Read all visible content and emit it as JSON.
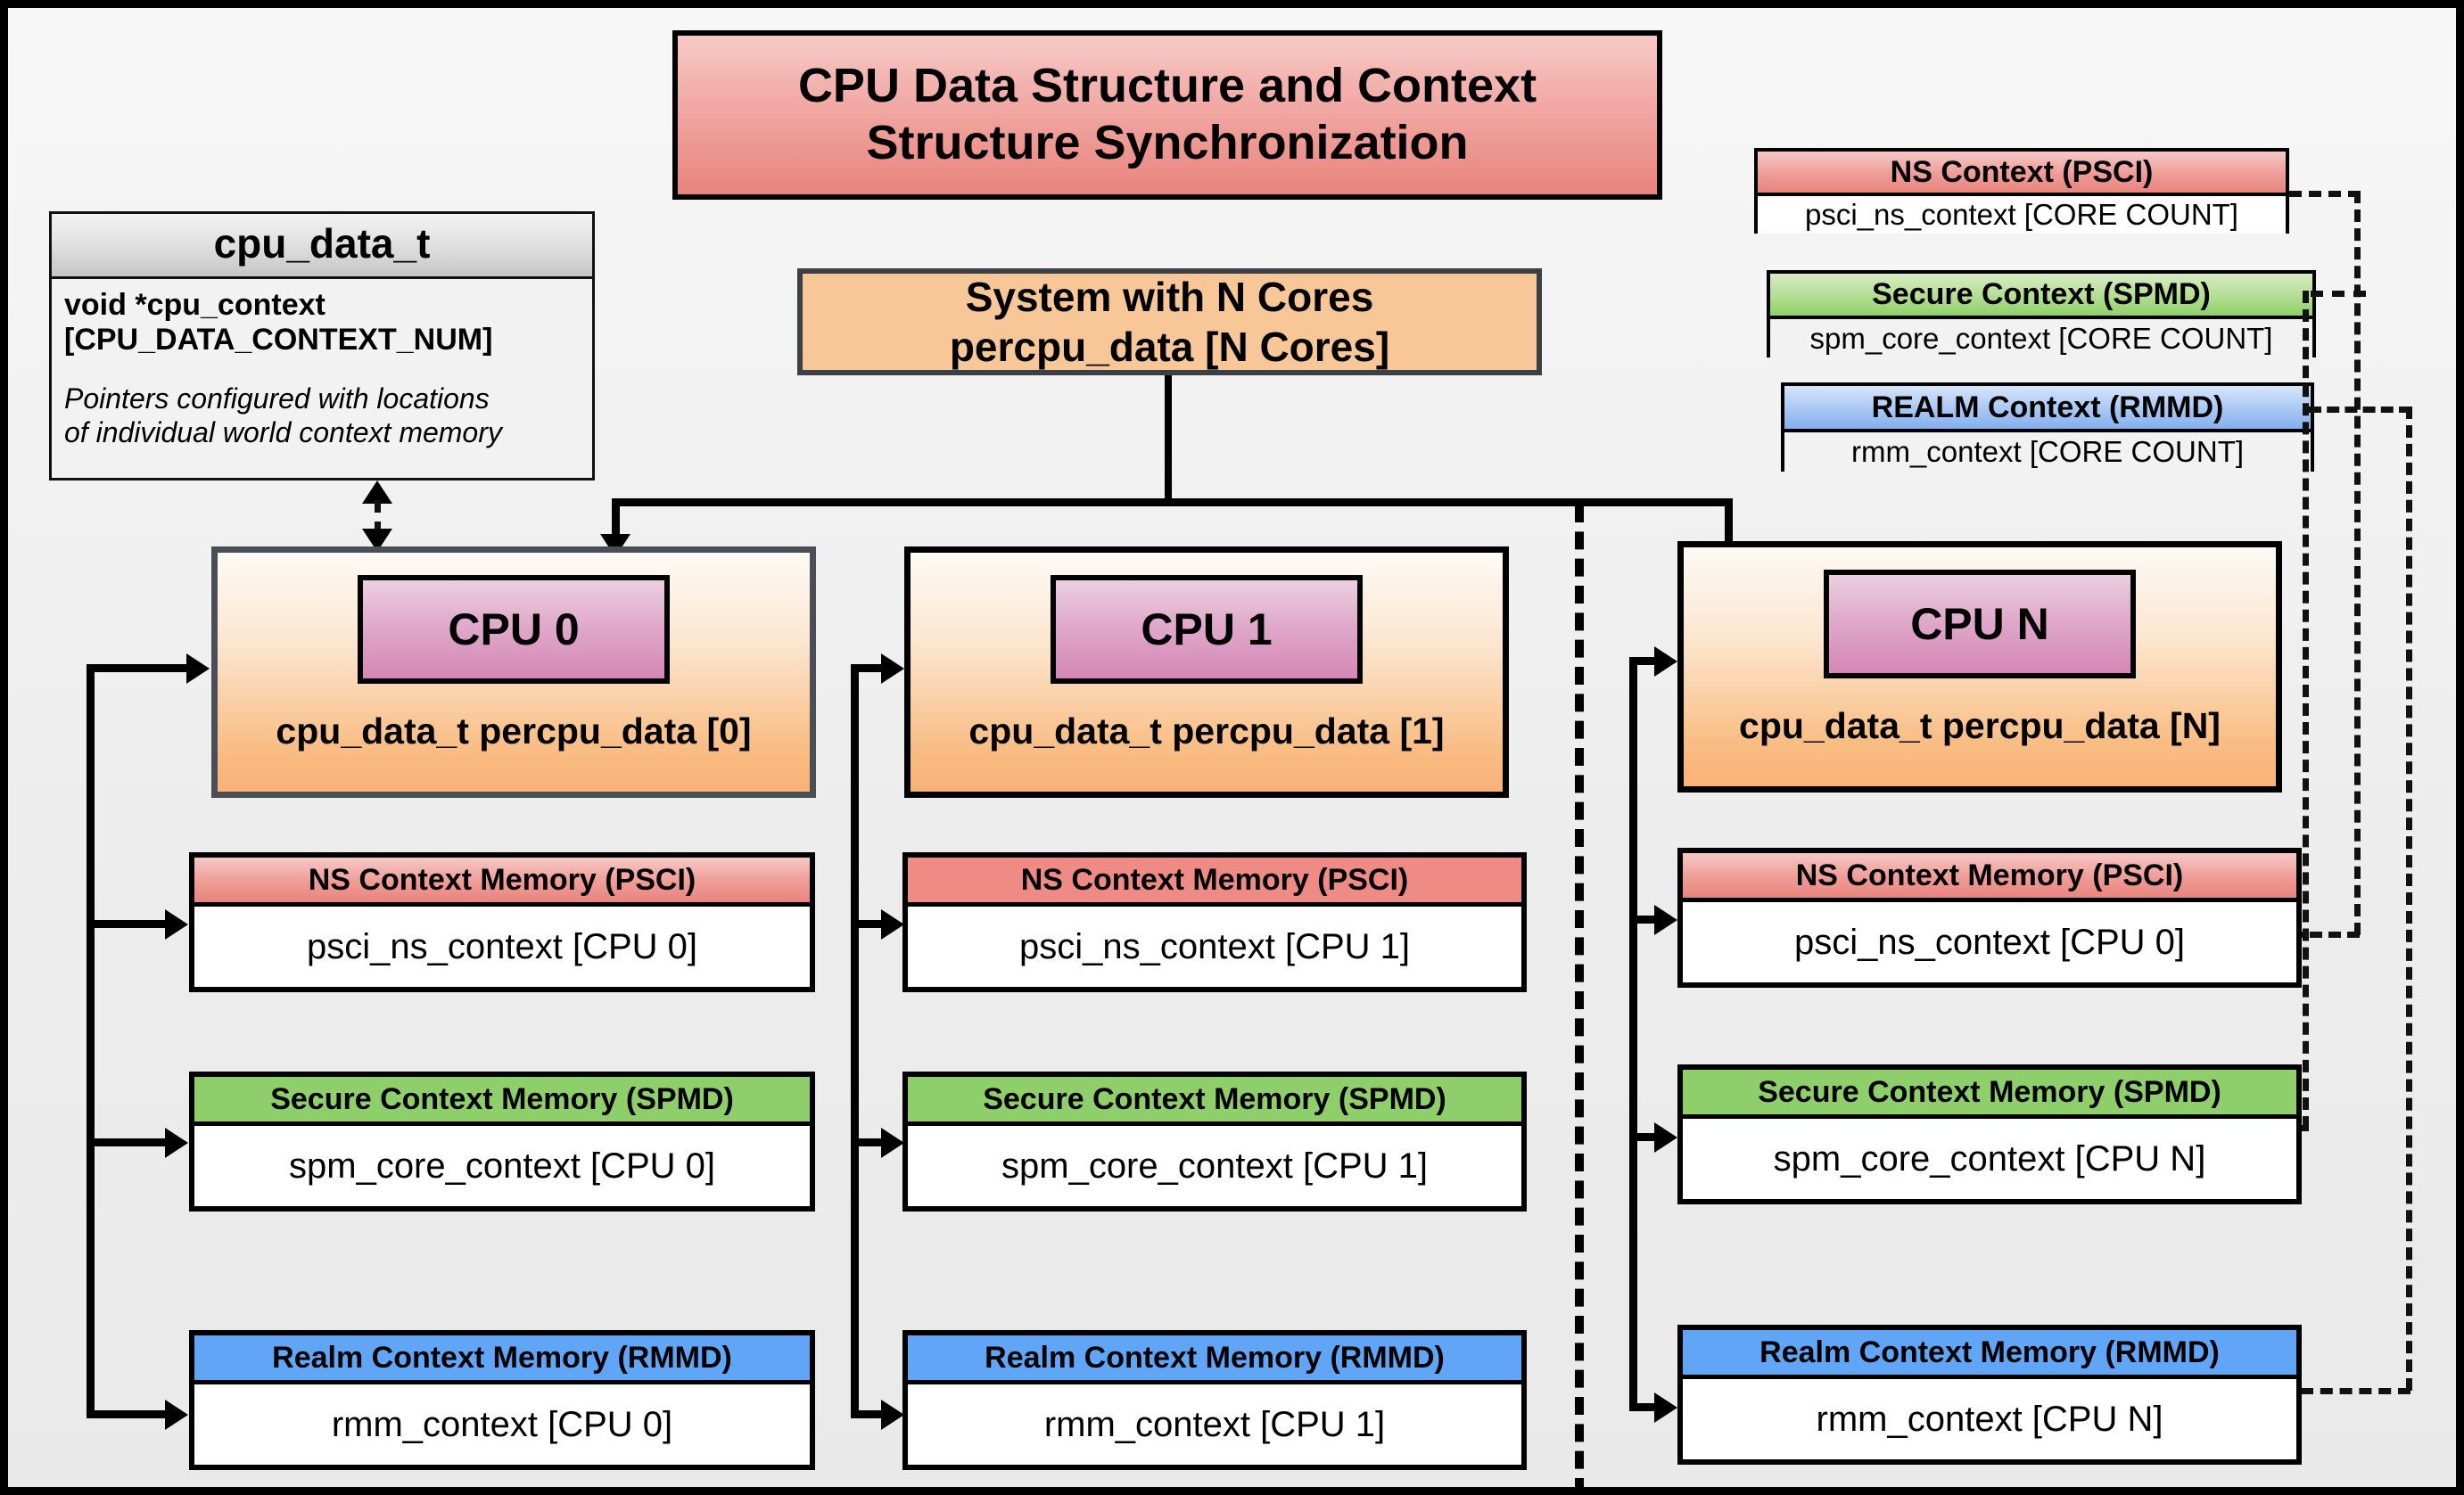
{
  "diagram": {
    "title": "CPU Data Structure and Context Structure Synchronization",
    "struct": {
      "name": "cpu_data_t",
      "field_line1": "void  *cpu_context",
      "field_line2": "[CPU_DATA_CONTEXT_NUM]",
      "note_line1": "Pointers configured with locations",
      "note_line2": "of individual world context memory"
    },
    "system": {
      "line1": "System with N Cores",
      "line2": "percpu_data [N Cores]"
    },
    "legend": [
      {
        "header": "NS Context  (PSCI)",
        "value": "psci_ns_context [CORE COUNT]",
        "color": "#ee8b85"
      },
      {
        "header": "Secure Context (SPMD)",
        "value": "spm_core_context [CORE COUNT]",
        "color": "#8ecf6b"
      },
      {
        "header": "REALM Context (RMMD)",
        "value": "rmm_context [CORE COUNT]",
        "color": "#61a5f7"
      }
    ],
    "columns": [
      {
        "cpu_label": "CPU 0",
        "cpu_sub": "cpu_data_t percpu_data [0]",
        "contexts": [
          {
            "header": "NS Context Memory (PSCI)",
            "value": "psci_ns_context [CPU 0]",
            "color": "#ee8b85"
          },
          {
            "header": "Secure Context Memory (SPMD)",
            "value": "spm_core_context [CPU 0]",
            "color": "#8ecf6b"
          },
          {
            "header": "Realm Context Memory (RMMD)",
            "value": "rmm_context [CPU 0]",
            "color": "#61a5f7"
          }
        ]
      },
      {
        "cpu_label": "CPU 1",
        "cpu_sub": "cpu_data_t percpu_data [1]",
        "contexts": [
          {
            "header": "NS Context Memory (PSCI)",
            "value": "psci_ns_context [CPU 1]",
            "color": "#ee8b85"
          },
          {
            "header": "Secure Context Memory (SPMD)",
            "value": "spm_core_context [CPU 1]",
            "color": "#8ecf6b"
          },
          {
            "header": "Realm Context Memory (RMMD)",
            "value": "rmm_context [CPU 1]",
            "color": "#61a5f7"
          }
        ]
      },
      {
        "cpu_label": "CPU N",
        "cpu_sub": "cpu_data_t percpu_data [N]",
        "contexts": [
          {
            "header": "NS Context Memory (PSCI)",
            "value": "psci_ns_context [CPU 0]",
            "color": "#ee8b85"
          },
          {
            "header": "Secure Context Memory (SPMD)",
            "value": "spm_core_context [CPU N]",
            "color": "#8ecf6b"
          },
          {
            "header": "Realm Context Memory (RMMD)",
            "value": "rmm_context [CPU N]",
            "color": "#61a5f7"
          }
        ]
      }
    ]
  }
}
